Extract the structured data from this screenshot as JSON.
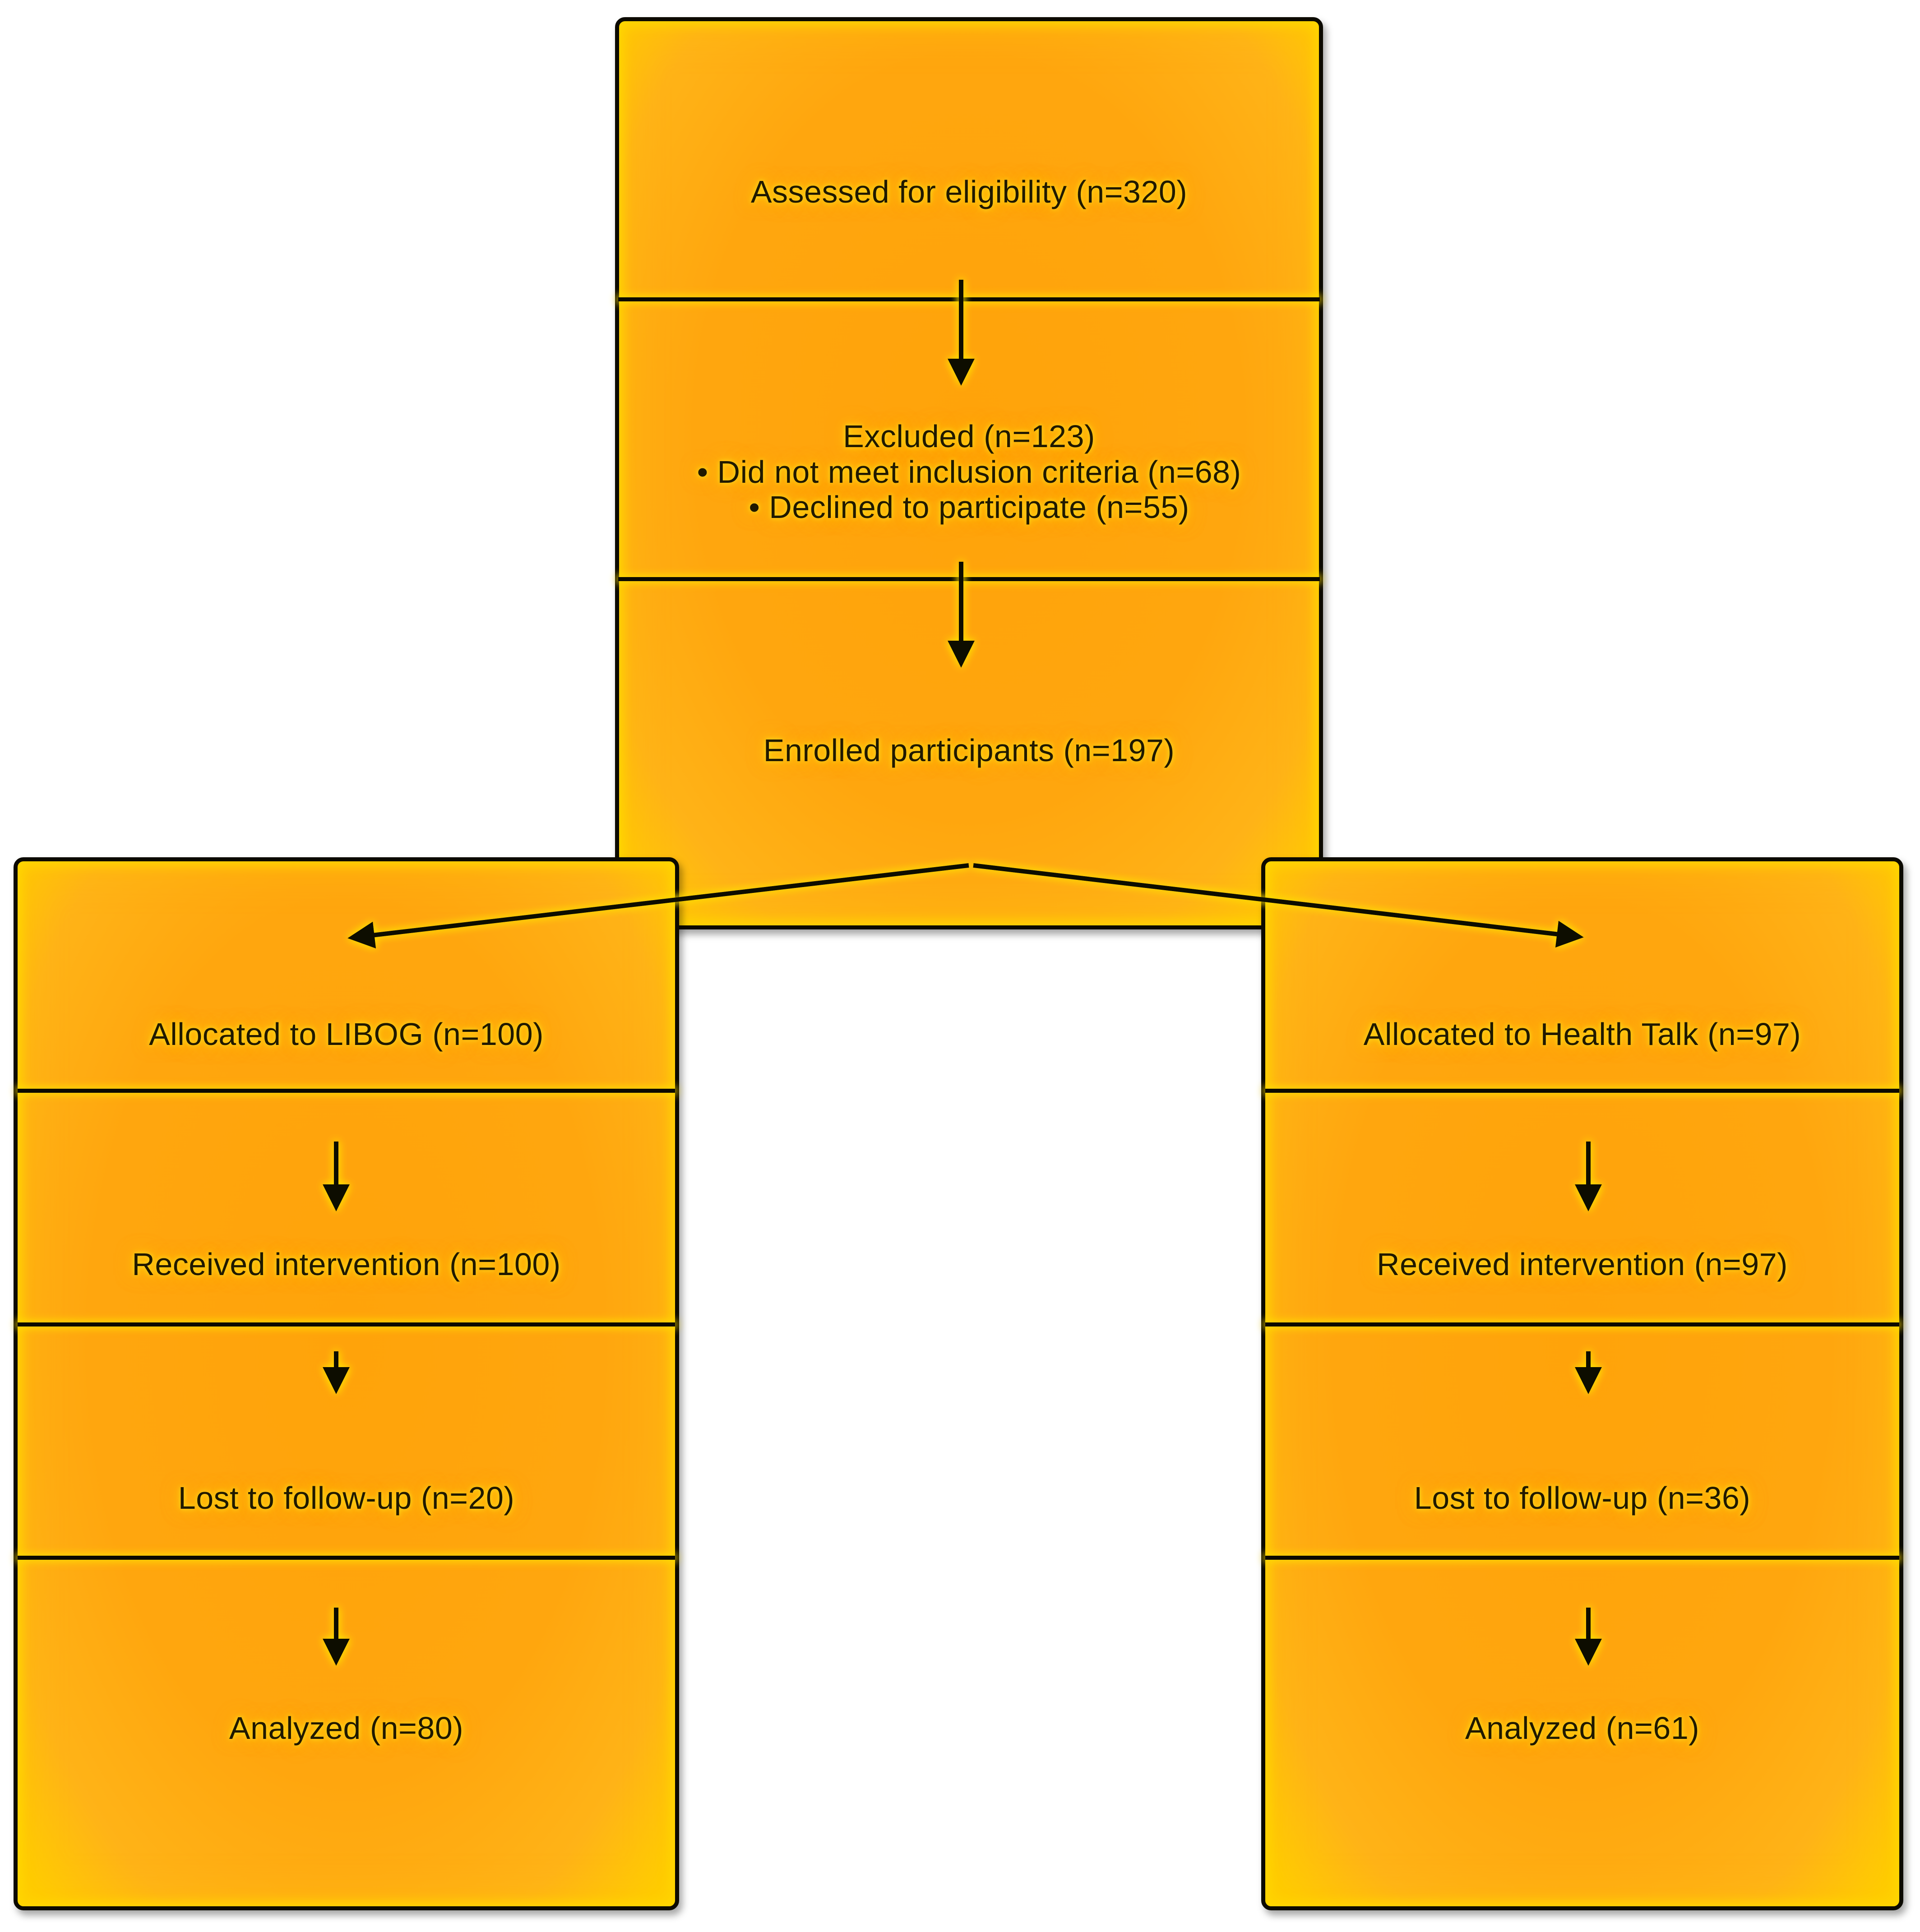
{
  "colors": {
    "background": "#ffffff",
    "box_fill": "#ffa60e",
    "box_border": "#0c0a01",
    "glow": "#ffdf00",
    "text": "#201900"
  },
  "enrollment": {
    "assessed": "Assessed for eligibility (n=320)",
    "excluded": "Excluded (n=123)",
    "excluded_reasons": [
      "• Did not meet inclusion criteria (n=68)",
      "• Declined to participate (n=55)"
    ],
    "enrolled": "Enrolled participants (n=197)"
  },
  "libog_arm": {
    "allocated": "Allocated to LIBOG (n=100)",
    "received": "Received intervention (n=100)",
    "lost": "Lost to follow-up (n=20)",
    "analyzed": "Analyzed (n=80)"
  },
  "health_talk_arm": {
    "allocated": "Allocated to Health Talk (n=97)",
    "received": "Received intervention (n=97)",
    "lost": "Lost to follow-up (n=36)",
    "analyzed": "Analyzed (n=61)"
  }
}
